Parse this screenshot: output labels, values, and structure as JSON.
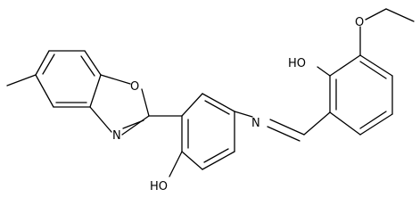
{
  "molecule": {
    "atom_labels": {
      "oxygen_oxazole": "O",
      "nitrogen_oxazole": "N",
      "nitrogen_imine": "N",
      "hydroxyl_phenol": "HO",
      "hydroxyl_salicyl": "HO",
      "oxygen_ethoxy": "O"
    }
  }
}
